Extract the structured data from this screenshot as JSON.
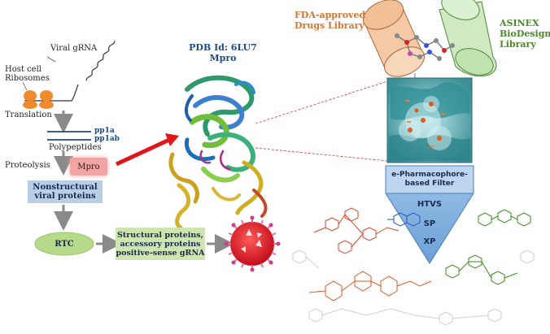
{
  "viral_gRNA": "Viral gRNA",
  "host_cell_ribosomes": "Host cell\nRibosomes",
  "translation": "Translation",
  "pp1a": "pp1a",
  "pp1ab": "pp1ab",
  "polypeptides": "Polypeptides",
  "proteolysis": "Proteolysis",
  "mpro_box": "Mpro",
  "nonstructural": "Nonstructural\nviral proteins",
  "rtc": "RTC",
  "structural": "Structural proteins,\naccessory proteins\npositive-sense gRNA",
  "pdb_id": "PDB Id: 6LU7",
  "pdb_name": "Mpro",
  "fda_library": "FDA-approved\nDrugs Library",
  "asinex_library": "ASINEX\nBioDesign\nLibrary",
  "filter_title": "e-Pharmacophore-\nbased Filter",
  "funnel_steps": [
    "HTVS",
    "SP",
    "XP"
  ],
  "colors": {
    "accent_blue": "#1f4a8c",
    "box_blue": "#b9cfe6",
    "rtc_green": "#b6d98a",
    "struct_green": "#cfe5b0",
    "mpro_red": "#f2a3a3",
    "orange": "#d9742f",
    "green": "#4b8a2a"
  }
}
